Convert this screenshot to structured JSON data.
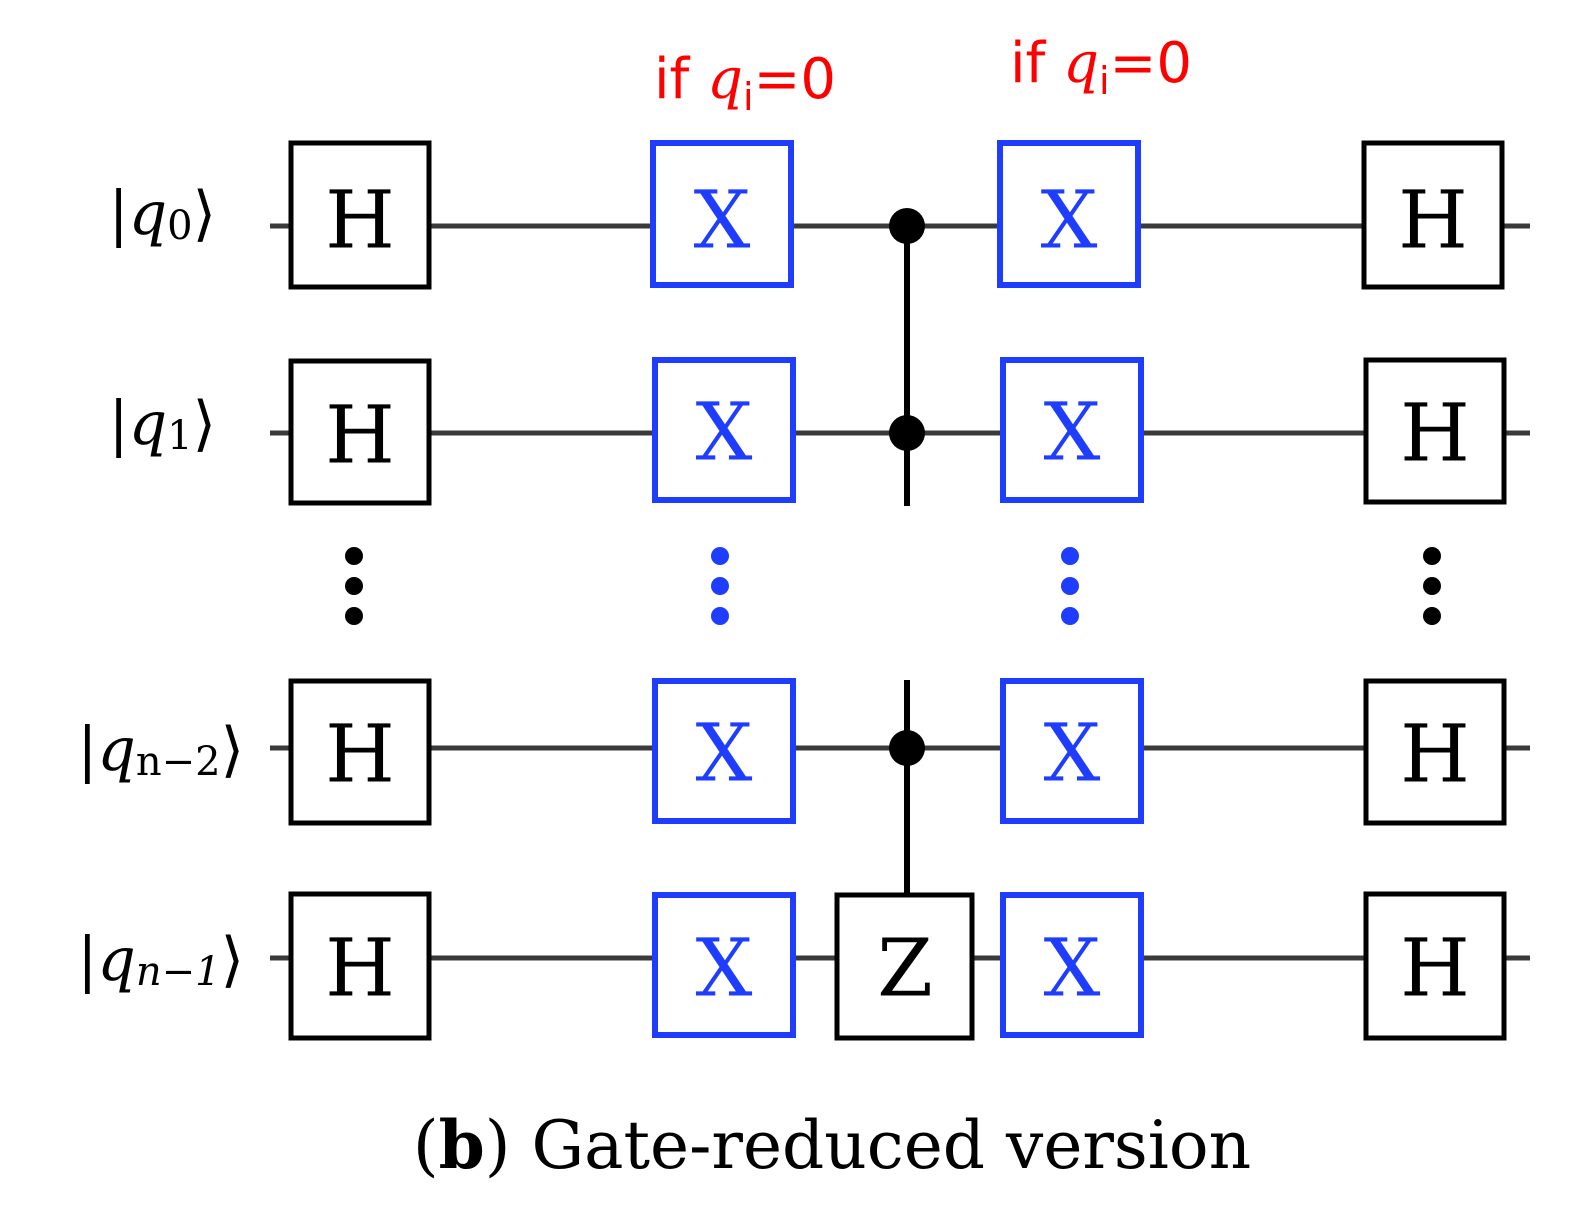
{
  "conditions": [
    {
      "prefix": "if ",
      "var": "q",
      "sub": "i",
      "suffix": "=0"
    },
    {
      "prefix": "if ",
      "var": "q",
      "sub": "i",
      "suffix": "=0"
    }
  ],
  "qubits": [
    {
      "open": "|",
      "var": "q",
      "sub": "0",
      "close": "⟩"
    },
    {
      "open": "|",
      "var": "q",
      "sub": "1",
      "close": "⟩"
    },
    {
      "open": "|",
      "var": "q",
      "sub": "n−2",
      "close": "⟩"
    },
    {
      "open": "|",
      "var": "q",
      "sub": "n−1",
      "close": "⟩",
      "sub_italic_n": true
    }
  ],
  "gates": {
    "hadamard": "H",
    "pauli_x": "X",
    "pauli_z": "Z"
  },
  "caption": {
    "open": "(",
    "letter": "b",
    "rest": ") Gate-reduced version"
  },
  "colors": {
    "wire": "#3a3a3a",
    "gate_border": "#000000",
    "conditional_gate": "#1f3dff",
    "condition_text": "#ff0000"
  }
}
